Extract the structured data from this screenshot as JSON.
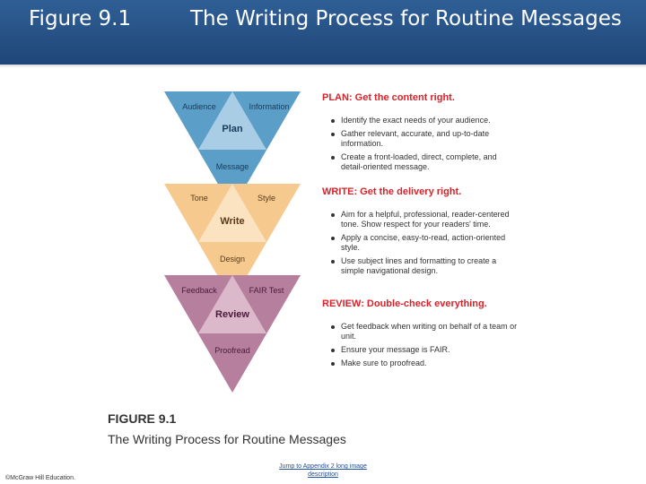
{
  "header": {
    "figure_number": "Figure 9.1",
    "title": "The Writing Process for Routine Messages"
  },
  "diagram": {
    "stages": [
      {
        "center": "Plan",
        "left": "Audience",
        "right": "Information",
        "bottom": "Message",
        "color_outer": "#5b9fc8",
        "color_inner": "#a9cde5"
      },
      {
        "center": "Write",
        "left": "Tone",
        "right": "Style",
        "bottom": "Design",
        "color_outer": "#f6c98e",
        "color_inner": "#fbe2c0"
      },
      {
        "center": "Review",
        "left": "Feedback",
        "right": "FAIR Test",
        "bottom": "Proofread",
        "color_outer": "#b67f9e",
        "color_inner": "#dbb8ca"
      }
    ],
    "sections": [
      {
        "heading": "PLAN: Get the content right.",
        "bullets": [
          "Identify the exact needs of your audience.",
          "Gather relevant, accurate, and up-to-date information.",
          "Create a front-loaded, direct, complete, and detail-oriented message."
        ]
      },
      {
        "heading": "WRITE: Get the delivery right.",
        "bullets": [
          "Aim for a helpful, professional, reader-centered tone. Show respect for your readers' time.",
          "Apply a concise, easy-to-read, action-oriented style.",
          "Use subject lines and formatting to create a simple navigational design."
        ]
      },
      {
        "heading": "REVIEW: Double-check everything.",
        "bullets": [
          "Get feedback when writing on behalf of a team or unit.",
          "Ensure your message is FAIR.",
          "Make sure to proofread."
        ]
      }
    ]
  },
  "caption": {
    "label": "FIGURE 9.1",
    "text": "The Writing Process for Routine Messages"
  },
  "footer": {
    "copyright": "©McGraw Hill Education.",
    "link": "Jump to Appendix 2 long image description"
  },
  "colors": {
    "header": "#1f4678",
    "section_heading": "#d8232a"
  }
}
